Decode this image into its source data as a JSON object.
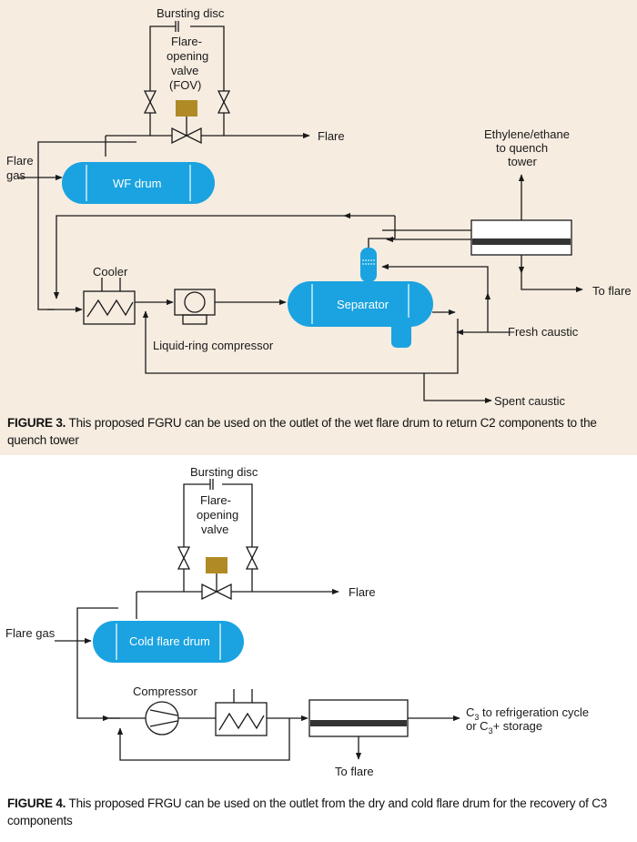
{
  "figure3": {
    "labels": {
      "bursting_disc": "Bursting disc",
      "fov_1": "Flare-",
      "fov_2": "opening",
      "fov_3": "valve",
      "fov_4": "(FOV)",
      "flare": "Flare",
      "flare_gas_1": "Flare",
      "flare_gas_2": "gas",
      "wf_drum": "WF drum",
      "eth_1": "Ethylene/ethane",
      "eth_2": "to quench",
      "eth_3": "tower",
      "cooler": "Cooler",
      "separator": "Separator",
      "to_flare": "To flare",
      "fresh_caustic": "Fresh caustic",
      "liquid_ring": "Liquid-ring compressor",
      "spent_caustic": "Spent caustic"
    },
    "caption_bold": "FIGURE 3.",
    "caption_text": "This proposed FGRU can be used on the outlet of the wet flare drum to return C2 components to the quench tower"
  },
  "figure4": {
    "labels": {
      "bursting_disc": "Bursting disc",
      "fov_1": "Flare-",
      "fov_2": "opening",
      "fov_3": "valve",
      "flare": "Flare",
      "flare_gas": "Flare gas",
      "cold_drum": "Cold flare drum",
      "compressor": "Compressor",
      "to_flare": "To flare"
    },
    "c3_label": {
      "line1": [
        "C",
        "3",
        " to refrigeration cycle"
      ],
      "line2": [
        "or C",
        "3",
        "+ storage"
      ]
    },
    "caption_bold": "FIGURE 4.",
    "caption_text": "This proposed FRGU can be used on the outlet from the dry and cold flare drum for the recovery of C3 components"
  },
  "colors": {
    "vessel": "#1aa3e0",
    "actuator": "#b08a24",
    "fig3_bg": "#f6ece0"
  }
}
